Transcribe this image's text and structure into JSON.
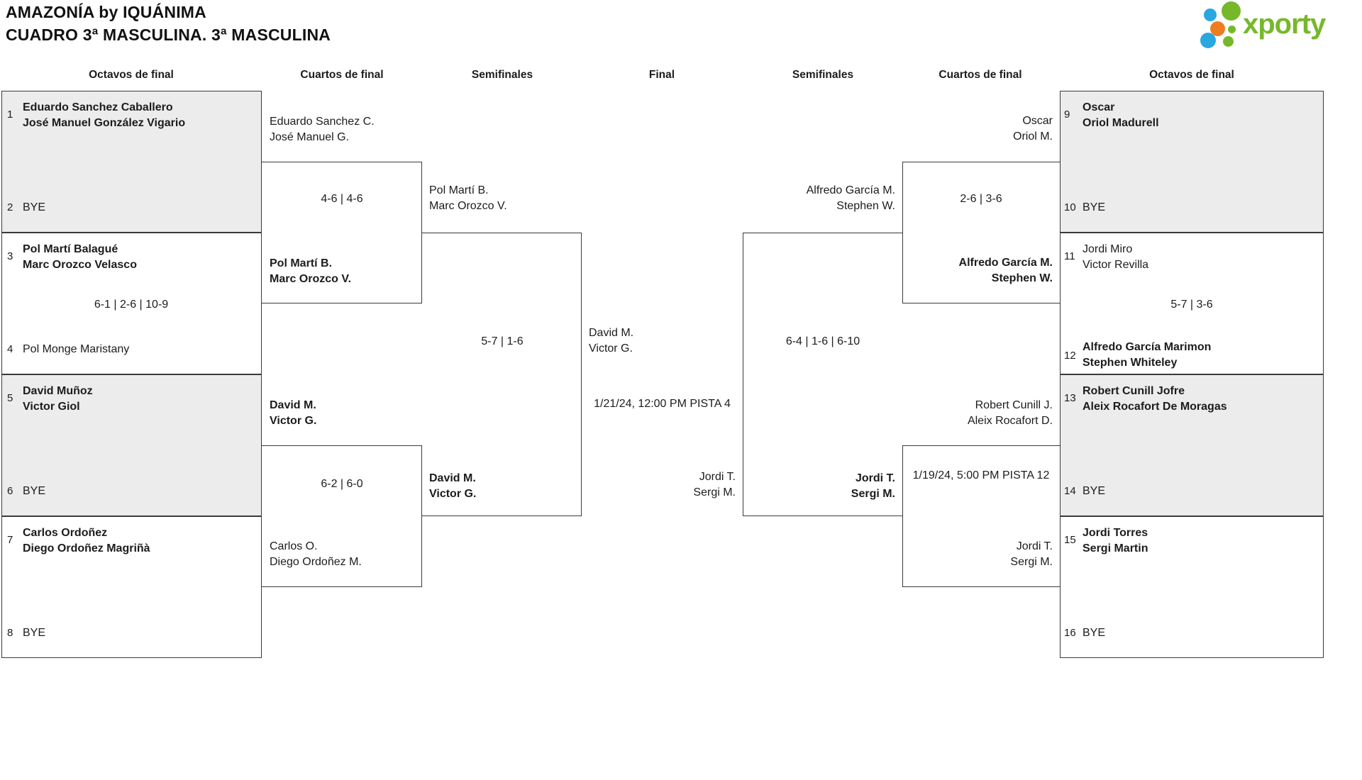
{
  "header": {
    "title_line1": "AMAZONÍA by IQUÁNIMA",
    "title_line2": "CUADRO 3ª MASCULINA. 3ª MASCULINA"
  },
  "logo": {
    "text": "xporty",
    "green": "#76b82a",
    "blue": "#29a8e0",
    "orange": "#ee7d22"
  },
  "rounds": [
    "Octavos de final",
    "Cuartos de final",
    "Semifinales",
    "Final",
    "Semifinales",
    "Cuartos de final",
    "Octavos de final"
  ],
  "matches": {
    "o1": {
      "seed_a": "1",
      "a1": "Eduardo Sanchez Caballero",
      "a2": "José Manuel González Vigario",
      "seed_b": "2",
      "b1": "BYE"
    },
    "o2": {
      "seed_a": "3",
      "a1": "Pol Martí Balagué",
      "a2": "Marc Orozco Velasco",
      "score": "6-1 | 2-6 | 10-9",
      "seed_b": "4",
      "b1": "Pol Monge Maristany"
    },
    "o3": {
      "seed_a": "5",
      "a1": "David Muñoz",
      "a2": "Victor Giol",
      "seed_b": "6",
      "b1": "BYE"
    },
    "o4": {
      "seed_a": "7",
      "a1": "Carlos Ordoñez",
      "a2": "Diego Ordoñez Magriñà",
      "seed_b": "8",
      "b1": "BYE"
    },
    "o5": {
      "seed_a": "9",
      "a1": "Oscar",
      "a2": "Oriol Madurell",
      "seed_b": "10",
      "b1": "BYE"
    },
    "o6": {
      "seed_a": "11",
      "a1": "Jordi Miro",
      "a2": "Victor Revilla",
      "score": "5-7 | 3-6",
      "seed_b": "12",
      "b1": "Alfredo García Marimon",
      "b2": "Stephen Whiteley"
    },
    "o7": {
      "seed_a": "13",
      "a1": "Robert Cunill Jofre",
      "a2": "Aleix Rocafort De Moragas",
      "seed_b": "14",
      "b1": "BYE"
    },
    "o8": {
      "seed_a": "15",
      "a1": "Jordi Torres",
      "a2": "Sergi Martin",
      "seed_b": "16",
      "b1": "BYE"
    },
    "qf1": {
      "a1": "Eduardo Sanchez C.",
      "a2": "José Manuel G.",
      "score": "4-6 | 4-6",
      "b1": "Pol Martí B.",
      "b2": "Marc Orozco V."
    },
    "qf2": {
      "a1": "David M.",
      "a2": "Victor G.",
      "score": "6-2 | 6-0",
      "b1": "Carlos O.",
      "b2": "Diego Ordoñez M."
    },
    "qf3": {
      "a1": "Oscar",
      "a2": "Oriol M.",
      "score": "2-6 | 3-6",
      "b1": "Alfredo García M.",
      "b2": "Stephen W."
    },
    "qf4": {
      "a1": "Robert Cunill J.",
      "a2": "Aleix Rocafort D.",
      "schedule": "1/19/24, 5:00 PM PISTA 12",
      "b1": "Jordi T.",
      "b2": "Sergi M."
    },
    "sf1": {
      "a1": "Pol Martí B.",
      "a2": "Marc Orozco V.",
      "score": "5-7 | 1-6",
      "b1": "David M.",
      "b2": "Victor G."
    },
    "sf2": {
      "a1": "Alfredo García M.",
      "a2": "Stephen W.",
      "score": "6-4 | 1-6 | 6-10",
      "b1": "Jordi T.",
      "b2": "Sergi M."
    },
    "final": {
      "a1": "David M.",
      "a2": "Victor G.",
      "schedule": "1/21/24, 12:00 PM PISTA 4",
      "b1": "Jordi T.",
      "b2": "Sergi M."
    }
  }
}
